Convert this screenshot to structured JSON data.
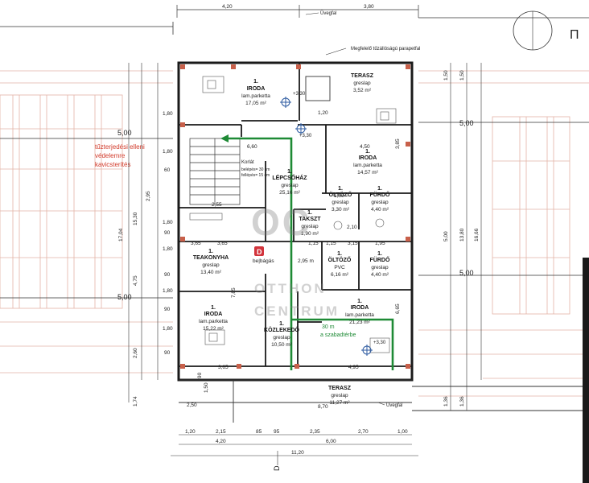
{
  "colors": {
    "wall": "#1a1a1a",
    "grid": "#e3b3a6",
    "route": "#1e8a35",
    "note": "#d23a2a",
    "col": "#c8604a",
    "badge": "#d2343c"
  },
  "top_dims": [
    "4,20",
    "3,80"
  ],
  "bottom_dims_1": [
    "1,20",
    "2,15",
    "85",
    "95",
    "2,35",
    "2,70",
    "1,00"
  ],
  "bottom_dims_2": [
    "4,20",
    "6,00"
  ],
  "bottom_dims_3": "11,20",
  "labels": {
    "uvegfal_top": "Üvegfal",
    "parapet": "Megfelelő tűzállóságú parapetfal",
    "uvegfal_bottom": "Üvegfal",
    "fire_note": [
      "tűzterjedési elleni",
      "védelemre",
      "kavicsterítés"
    ],
    "setback": [
      "5,00",
      "5,00",
      "5,00",
      "5,00"
    ],
    "pi": "П",
    "section": "D",
    "dim_660": "6,60",
    "entry_note": "be|bágás ",
    "entry_h": "2,95 m",
    "route_dist": "30 m",
    "route_dest": "a szabadtérbe",
    "level_1": "+3,30",
    "level_2": "+3,30",
    "level_3": "+3,30",
    "korlat": "Korlát",
    "stair_note_1": "belépés= 30 cm",
    "stair_note_2": "fellépés= 15 cm"
  },
  "rooms": [
    {
      "no": "1.",
      "name": "IRODA",
      "floor": "lam.parketta",
      "area": "17,05 m²"
    },
    {
      "no": "",
      "name": "TERASZ",
      "floor": "greslap",
      "area": "3,52 m²"
    },
    {
      "no": "1.",
      "name": "IRODA",
      "floor": "lam.parketta",
      "area": "14,57 m²"
    },
    {
      "no": "1.",
      "name": "LÉPCSŐHÁZ",
      "floor": "greslap",
      "area": "25,16 m²"
    },
    {
      "no": "1.",
      "name": "ÖLTÖZŐ",
      "floor": "greslap",
      "area": "3,30 m²"
    },
    {
      "no": "1.",
      "name": "FÜRDŐ",
      "floor": "greslap",
      "area": "4,40 m²"
    },
    {
      "no": "1.",
      "name": "TAKSZT",
      "floor": "greslap",
      "area": "1,90 m²"
    },
    {
      "no": "1.",
      "name": "TEAKONYHA",
      "floor": "greslap",
      "area": "13,40 m²"
    },
    {
      "no": "1.",
      "name": "ÖLTÖZŐ",
      "floor": "PVC",
      "area": "6,16 m²"
    },
    {
      "no": "1.",
      "name": "FÜRDŐ",
      "floor": "greslap",
      "area": "4,40 m²"
    },
    {
      "no": "1.",
      "name": "IRODA",
      "floor": "lam.parketta",
      "area": "15,22 m²"
    },
    {
      "no": "1.",
      "name": "IRODA",
      "floor": "lam.parketta",
      "area": "21,23 m²"
    },
    {
      "no": "1.",
      "name": "KÖZLEKEDŐ",
      "floor": "greslap",
      "area": "10,50 m²"
    },
    {
      "no": "",
      "name": "TERASZ",
      "floor": "greslap",
      "area": "11,27 m²"
    }
  ],
  "left_dims_outer": [
    "17,04",
    "15,30",
    "4,75",
    "2,60",
    "1,74"
  ],
  "left_dims_inner": [
    "1,80",
    "60",
    "2,95",
    "1,80",
    "90",
    "1,80",
    "90",
    "1,80",
    "90",
    "1,80",
    "90",
    "1,50",
    "90",
    "1,80"
  ],
  "right_dims_outer": [
    "1,50",
    "13,80",
    "16,66",
    "1,36"
  ],
  "right_dims_inner": [
    "1,50",
    "3,85",
    "6,65",
    "5,00",
    "1,36"
  ],
  "interior_dims": [
    "3,65",
    "1,15",
    "4,50",
    "4,95",
    "2,55",
    "3,65",
    "7,85",
    "3,65",
    "3,15",
    "1,95",
    "2,10",
    "1,15",
    "1,80",
    "1,20",
    "2,50",
    "8,70"
  ],
  "watermark": {
    "line1": "OTTHON",
    "line2": "CENTRUM"
  }
}
